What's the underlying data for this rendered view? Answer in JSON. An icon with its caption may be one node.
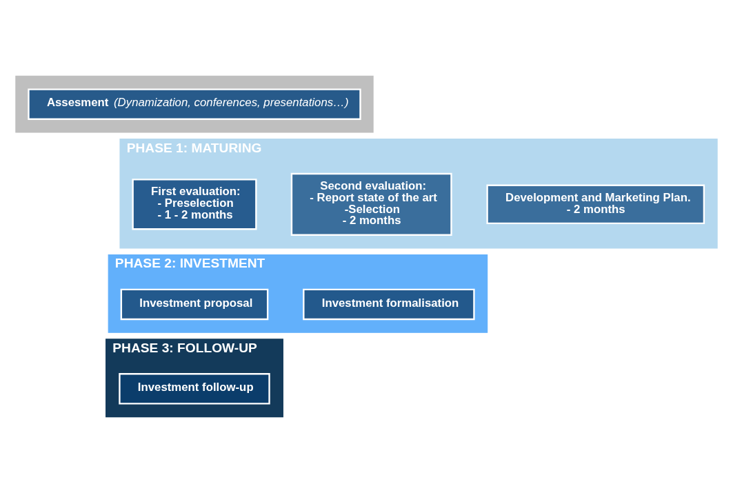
{
  "diagram": {
    "nodes": [
      {
        "text": [],
        "shape": "box"
      },
      {
        "text": [
          "Assesment",
          "(Dynamization, conferences, presentations…)"
        ],
        "in": 0
      },
      {
        "text": [
          "PHASE 1: MATURING"
        ]
      },
      {
        "text": [
          "First evaluation:",
          "- Preselection",
          "- 1 - 2 months"
        ],
        "in": 2
      },
      {
        "text": [
          "Second evaluation:",
          "- Report state of the art",
          "-Selection",
          "- 2 months"
        ],
        "in": 2
      },
      {
        "text": [
          "Development and Marketing Plan.",
          "- 2 months"
        ],
        "in": 2
      },
      {
        "text": [
          "PHASE 2: INVESTMENT"
        ]
      },
      {
        "text": [
          "Investment proposal"
        ],
        "in": 6
      },
      {
        "text": [
          "Investment formalisation"
        ],
        "in": 6
      },
      {
        "text": [
          "PHASE 3: FOLLOW-UP"
        ]
      },
      {
        "text": [
          "Investment follow-up"
        ],
        "in": 9
      }
    ],
    "edges": []
  }
}
